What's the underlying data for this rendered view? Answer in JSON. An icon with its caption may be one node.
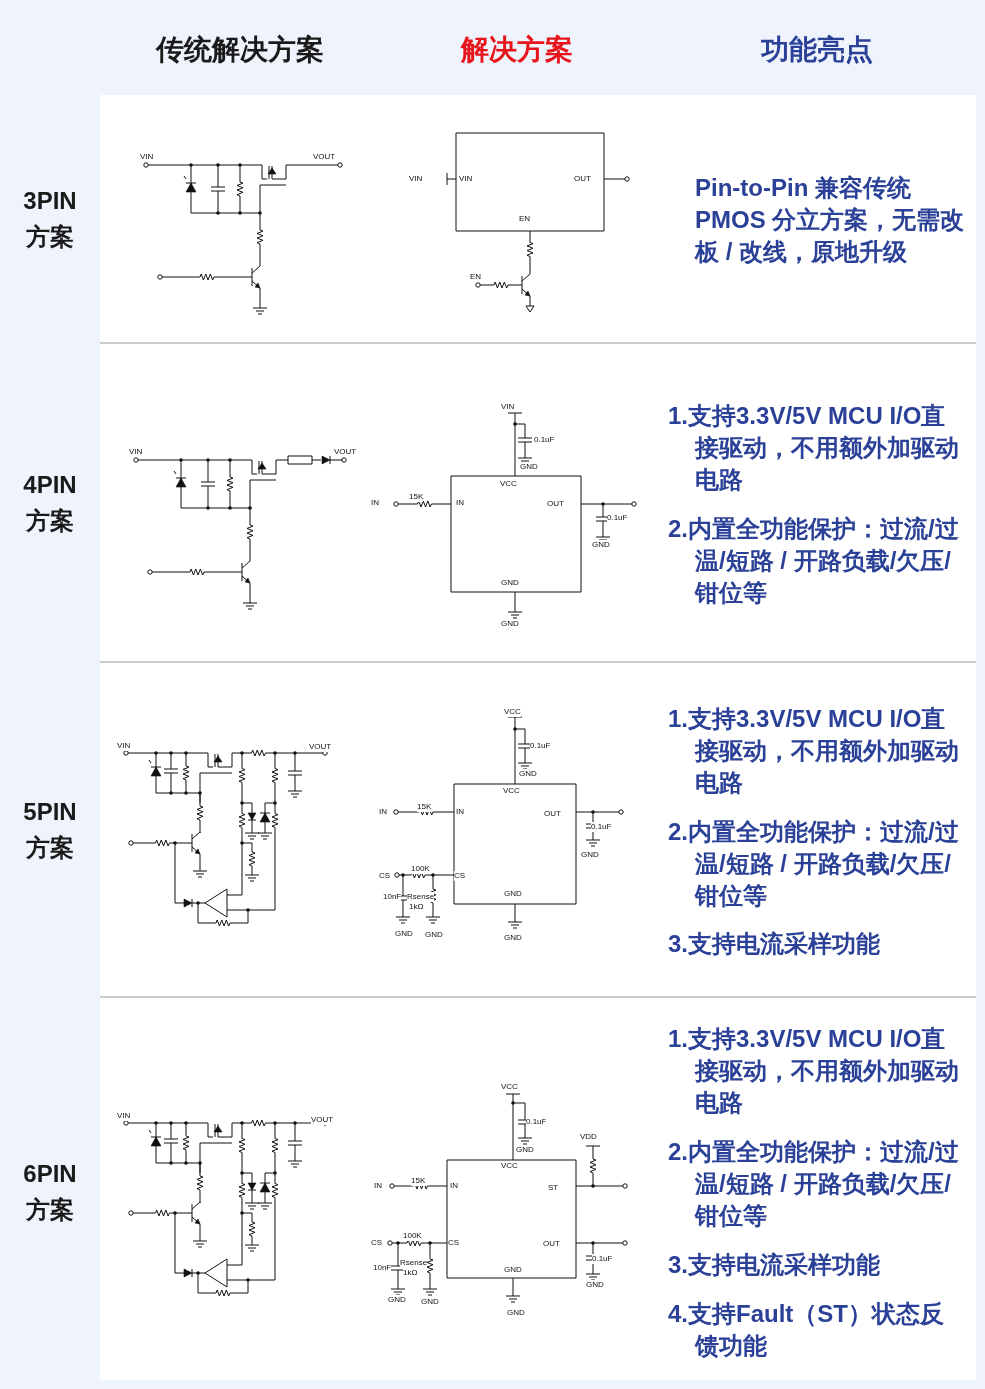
{
  "diagram": {
    "labels": [
      "传统解决方案",
      "解决方案",
      "功能亮点",
      "3PIN 方案",
      "VIN",
      "VOUT",
      "VIN",
      "VIN",
      "OUT",
      "EN",
      "EN",
      "Pin-to-Pin 兼容传统PMOS 分立方案，无需改板 / 改线，原地升级",
      "4PIN 方案",
      "VIN",
      "VOUT",
      "VIN",
      "0.1uF",
      "GND",
      "VCC",
      "IN",
      "15K",
      "IN",
      "OUT",
      "0.1uF",
      "GND",
      "GND",
      "GND",
      "1.支持3.3V/5V MCU I/O直接驱动，不用额外加驱动电路",
      "2.内置全功能保护：过流/过温/短路 / 开路负载/欠压/钳位等",
      "5PIN 方案",
      "VIN",
      "VOUT",
      "VCC",
      "0.1uF",
      "GND",
      "VCC",
      "IN",
      "15K",
      "IN",
      "OUT",
      "0.1uF",
      "GND",
      "CS",
      "100K",
      "CS",
      "10nF",
      "Rsense",
      "1kΩ",
      "GND",
      "GND",
      "GND",
      "GND",
      "1.支持3.3V/5V MCU I/O直接驱动，不用额外加驱动电路",
      "2.内置全功能保护：过流/过温/短路 / 开路负载/欠压/钳位等",
      "3.支持电流采样功能",
      "6PIN 方案",
      "VIN",
      "VOUT",
      "VCC",
      "0.1uF",
      "GND",
      "VDD",
      "VCC",
      "IN",
      "15K",
      "IN",
      "ST",
      "CS",
      "100K",
      "CS",
      "OUT",
      "10nF",
      "Rsense",
      "1kΩ",
      "0.1uF",
      "GND",
      "GND",
      "GND",
      "GND",
      "GND",
      "1.支持3.3V/5V MCU I/O直接驱动，不用额外加驱动电路",
      "2.内置全功能保护：过流/过温/短路 / 开路负载/欠压/钳位等",
      "3.支持电流采样功能",
      "4.支持Fault（ST）状态反馈功能"
    ]
  }
}
